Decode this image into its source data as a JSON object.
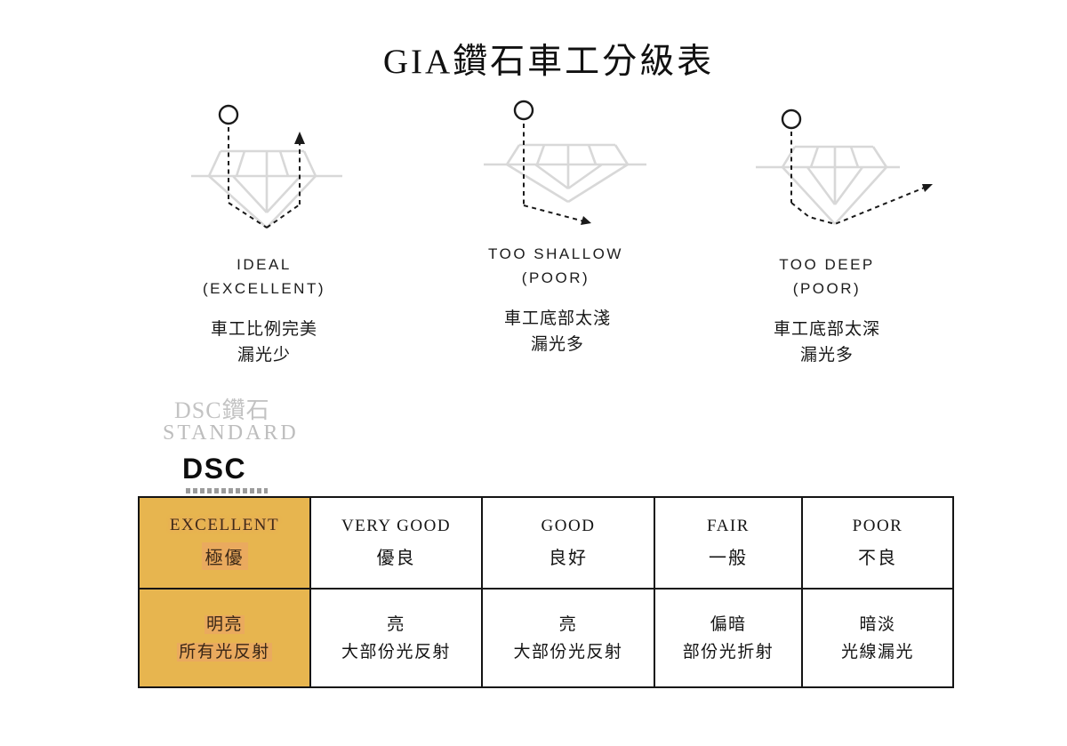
{
  "page": {
    "title": "GIA鑽石車工分級表"
  },
  "diagrams": [
    {
      "id": "ideal",
      "name_line1": "IDEAL",
      "name_line2": "(EXCELLENT)",
      "desc_line1": "車工比例完美",
      "desc_line2": "漏光少",
      "icon": "diamond-profile-light-reflects-up"
    },
    {
      "id": "too-shallow",
      "name_line1": "TOO SHALLOW",
      "name_line2": "(POOR)",
      "desc_line1": "車工底部太淺",
      "desc_line2": "漏光多",
      "icon": "diamond-profile-light-leaks-bottom"
    },
    {
      "id": "too-deep",
      "name_line1": "TOO DEEP",
      "name_line2": "(POOR)",
      "desc_line1": "車工底部太深",
      "desc_line2": "漏光多",
      "icon": "diamond-profile-light-leaks-side"
    }
  ],
  "brand": {
    "watermark_line1": "DSC鑽石",
    "watermark_line2": "STANDARD",
    "logo": "DSC"
  },
  "grade_table": {
    "columns": [
      {
        "grade_en": "EXCELLENT",
        "grade_zh": "極優",
        "effect_line1": "明亮",
        "effect_line2": "所有光反射",
        "highlight": true
      },
      {
        "grade_en": "VERY GOOD",
        "grade_zh": "優良",
        "effect_line1": "亮",
        "effect_line2": "大部份光反射",
        "highlight": false
      },
      {
        "grade_en": "GOOD",
        "grade_zh": "良好",
        "effect_line1": "亮",
        "effect_line2": "大部份光反射",
        "highlight": false
      },
      {
        "grade_en": "FAIR",
        "grade_zh": "一般",
        "effect_line1": "偏暗",
        "effect_line2": "部份光折射",
        "highlight": false
      },
      {
        "grade_en": "POOR",
        "grade_zh": "不良",
        "effect_line1": "暗淡",
        "effect_line2": "光線漏光",
        "highlight": false
      }
    ]
  },
  "colors": {
    "highlight_cell": "#E7B54F",
    "table_border": "#141414",
    "diamond_outline": "#D8D8D8",
    "light_path": "#1A1A1A",
    "watermark": "#C0C0C0",
    "background": "#FFFFFF"
  }
}
